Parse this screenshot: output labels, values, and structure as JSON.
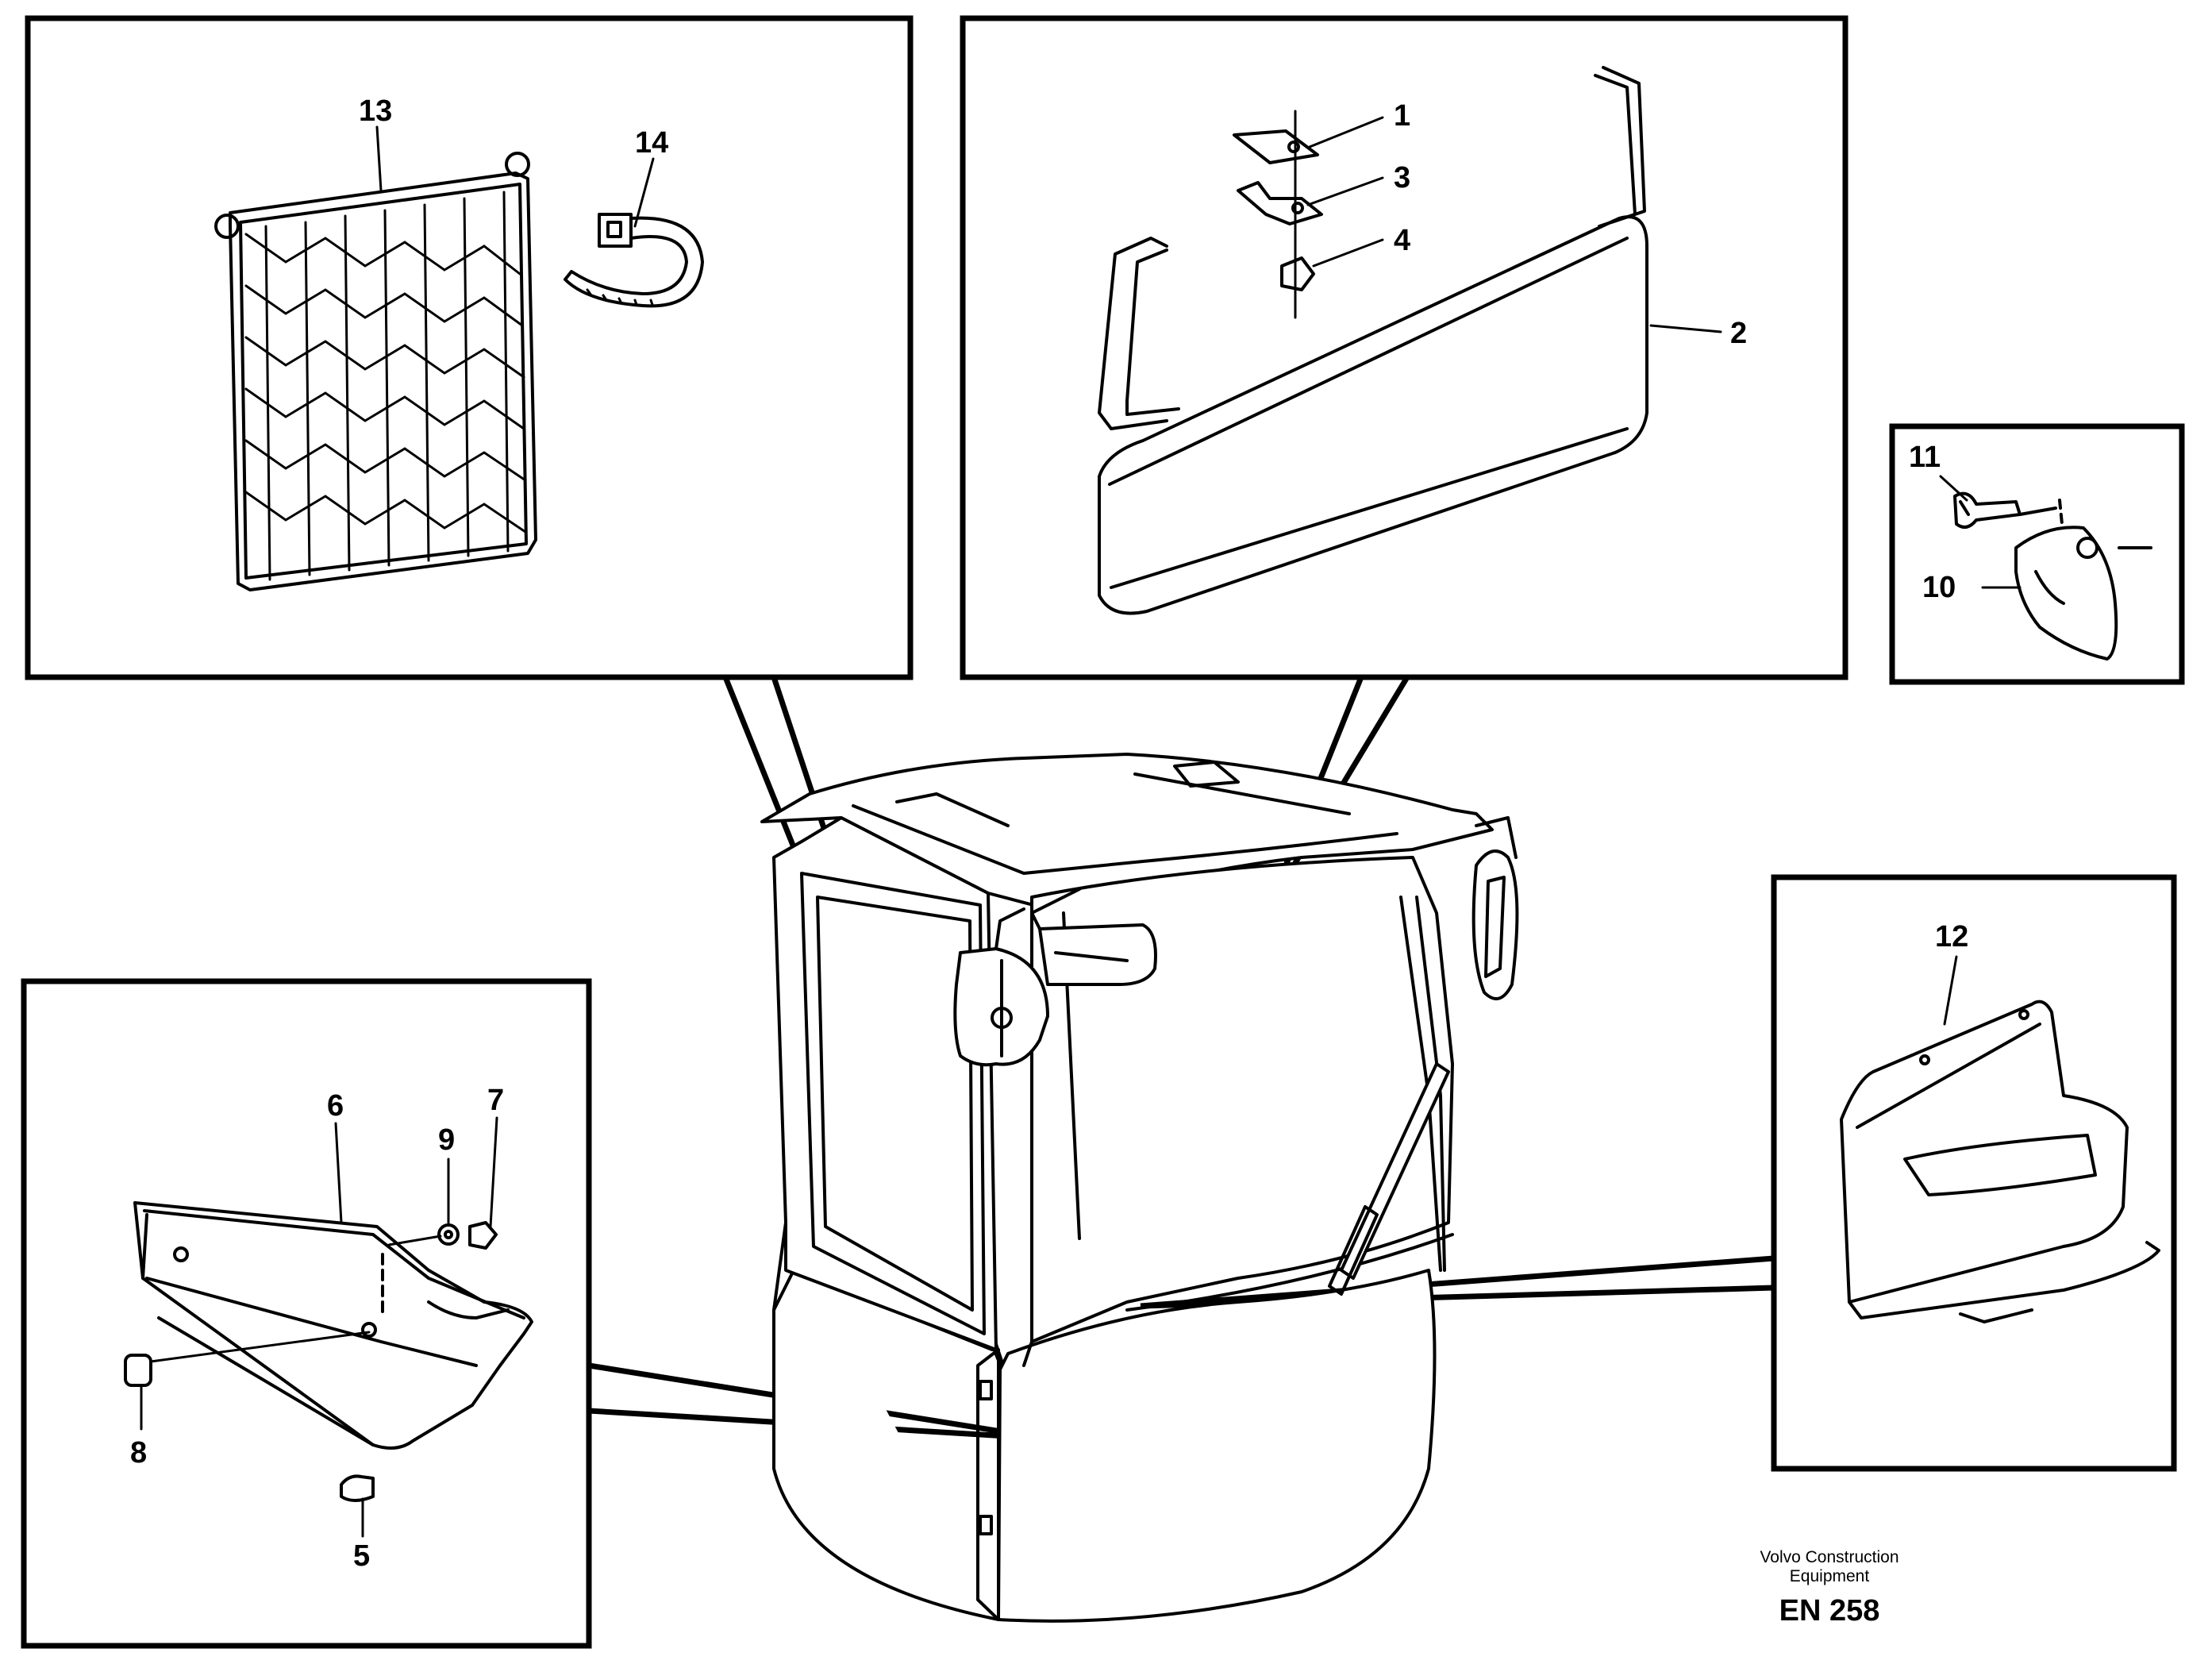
{
  "callouts": [
    "1",
    "2",
    "3",
    "4",
    "5",
    "6",
    "7",
    "8",
    "9",
    "10",
    "11",
    "12",
    "13",
    "14"
  ],
  "footer": {
    "brand_line1": "Volvo Construction",
    "brand_line2": "Equipment",
    "code": "EN 258"
  }
}
